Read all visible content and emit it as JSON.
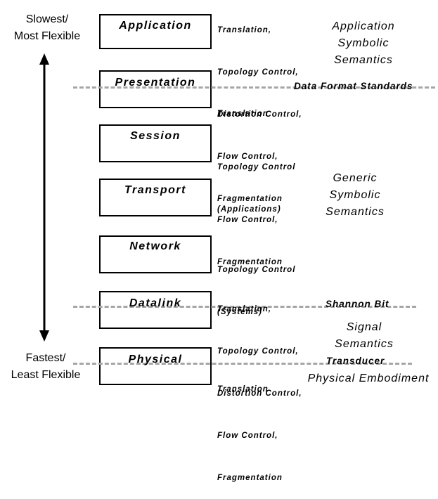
{
  "left_labels": {
    "top": [
      "Slowest/",
      "Most Flexible"
    ],
    "bottom": [
      "Fastest/",
      "Least Flexible"
    ]
  },
  "layers": [
    {
      "name": "Application"
    },
    {
      "name": "Presentation"
    },
    {
      "name": "Session"
    },
    {
      "name": "Transport"
    },
    {
      "name": "Network"
    },
    {
      "name": "Datalink"
    },
    {
      "name": "Physical"
    }
  ],
  "functions": {
    "application": [
      "Translation,",
      "Topology Control,",
      "Distortion Control,",
      "Flow Control,",
      "Fragmentation"
    ],
    "presentation": [
      "Translation"
    ],
    "session": [
      "Topology Control",
      "(Applications)"
    ],
    "transport": [
      "Flow Control,",
      "Fragmentation"
    ],
    "network": [
      "Topology Control",
      "(Systems)"
    ],
    "datalink": [
      "Translation,",
      "Topology Control,",
      "Distortion Control,",
      "Flow Control,",
      "Fragmentation"
    ],
    "physical": [
      "Translation"
    ]
  },
  "semantics": {
    "application": [
      "Application",
      "Symbolic",
      "Semantics"
    ],
    "generic": [
      "Generic",
      "Symbolic",
      "Semantics"
    ],
    "signal": [
      "Signal",
      "Semantics"
    ],
    "physical_embodiment": "Physical Embodiment"
  },
  "boundaries": {
    "data_format": "Data Format Standards",
    "shannon_bit": "Shannon Bit",
    "transducer": "Transducer"
  },
  "colors": {
    "dashed_line": "#a6a6a6",
    "stroke": "#000000"
  }
}
